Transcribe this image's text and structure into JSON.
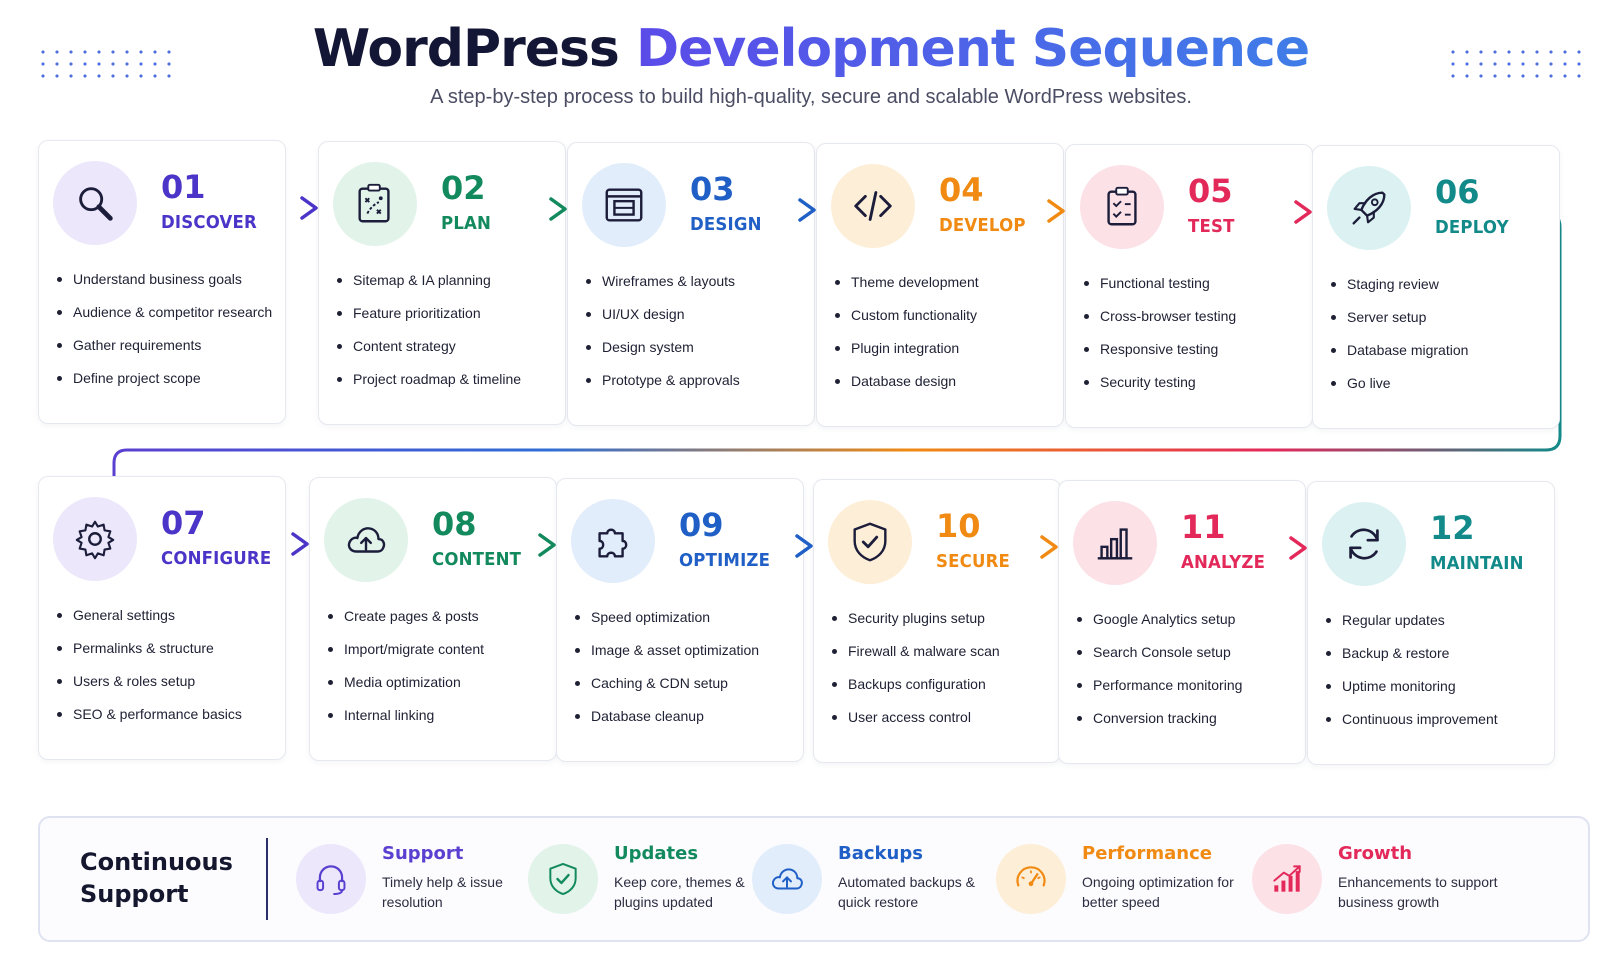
{
  "header": {
    "title_part1": "WordPress",
    "title_part2": "Development Sequence",
    "subtitle": "A step-by-step process to build high-quality, secure and scalable WordPress websites."
  },
  "steps": [
    {
      "number": "01",
      "label": "DISCOVER",
      "icon": "magnifier-icon",
      "color": "#4b35c8",
      "tint": "#ece7fb",
      "items": [
        "Understand business goals",
        "Audience & competitor research",
        "Gather requirements",
        "Define project scope"
      ]
    },
    {
      "number": "02",
      "label": "PLAN",
      "icon": "strategy-board-icon",
      "color": "#138a5e",
      "tint": "#e2f3ea",
      "items": [
        "Sitemap & IA planning",
        "Feature prioritization",
        "Content strategy",
        "Project roadmap & timeline"
      ]
    },
    {
      "number": "03",
      "label": "DESIGN",
      "icon": "layout-icon",
      "color": "#1f5fc6",
      "tint": "#e2edfb",
      "items": [
        "Wireframes & layouts",
        "UI/UX design",
        "Design system",
        "Prototype & approvals"
      ]
    },
    {
      "number": "04",
      "label": "DEVELOP",
      "icon": "code-icon",
      "color": "#f08a12",
      "tint": "#fdeed7",
      "items": [
        "Theme development",
        "Custom functionality",
        "Plugin integration",
        "Database design"
      ]
    },
    {
      "number": "05",
      "label": "TEST",
      "icon": "clipboard-check-icon",
      "color": "#e3285a",
      "tint": "#fce1e7",
      "items": [
        "Functional testing",
        "Cross-browser testing",
        "Responsive testing",
        "Security testing"
      ]
    },
    {
      "number": "06",
      "label": "DEPLOY",
      "icon": "rocket-icon",
      "color": "#138a8a",
      "tint": "#dcf1f1",
      "items": [
        "Staging review",
        "Server setup",
        "Database migration",
        "Go live"
      ]
    },
    {
      "number": "07",
      "label": "CONFIGURE",
      "icon": "gear-icon",
      "color": "#4b35c8",
      "tint": "#ece7fb",
      "items": [
        "General settings",
        "Permalinks & structure",
        "Users & roles setup",
        "SEO & performance basics"
      ]
    },
    {
      "number": "08",
      "label": "CONTENT",
      "icon": "cloud-upload-icon",
      "color": "#138a5e",
      "tint": "#e2f3ea",
      "items": [
        "Create pages & posts",
        "Import/migrate content",
        "Media optimization",
        "Internal linking"
      ]
    },
    {
      "number": "09",
      "label": "OPTIMIZE",
      "icon": "puzzle-icon",
      "color": "#1f5fc6",
      "tint": "#e2edfb",
      "items": [
        "Speed optimization",
        "Image & asset optimization",
        "Caching & CDN setup",
        "Database cleanup"
      ]
    },
    {
      "number": "10",
      "label": "SECURE",
      "icon": "shield-check-icon",
      "color": "#f08a12",
      "tint": "#fdeed7",
      "items": [
        "Security plugins setup",
        "Firewall & malware scan",
        "Backups configuration",
        "User access control"
      ]
    },
    {
      "number": "11",
      "label": "ANALYZE",
      "icon": "bar-chart-icon",
      "color": "#e3285a",
      "tint": "#fce1e7",
      "items": [
        "Google Analytics setup",
        "Search Console setup",
        "Performance monitoring",
        "Conversion tracking"
      ]
    },
    {
      "number": "12",
      "label": "MAINTAIN",
      "icon": "refresh-icon",
      "color": "#138a8a",
      "tint": "#dcf1f1",
      "items": [
        "Regular updates",
        "Backup & restore",
        "Uptime monitoring",
        "Continuous improvement"
      ]
    }
  ],
  "support": {
    "title": "Continuous Support",
    "items": [
      {
        "name": "Support",
        "desc": "Timely help & issue resolution",
        "icon": "headset-icon",
        "color": "#5b3fd0",
        "tint": "#ece7fb"
      },
      {
        "name": "Updates",
        "desc": "Keep core, themes & plugins updated",
        "icon": "shield-check-icon",
        "color": "#138a5e",
        "tint": "#e2f3ea"
      },
      {
        "name": "Backups",
        "desc": "Automated backups & quick restore",
        "icon": "cloud-upload-icon",
        "color": "#1f5fc6",
        "tint": "#e2edfb"
      },
      {
        "name": "Performance",
        "desc": "Ongoing optimization for better speed",
        "icon": "speedometer-icon",
        "color": "#f08a12",
        "tint": "#fdeed7"
      },
      {
        "name": "Growth",
        "desc": "Enhancements to support business growth",
        "icon": "growth-chart-icon",
        "color": "#e3285a",
        "tint": "#fce1e7"
      }
    ]
  }
}
